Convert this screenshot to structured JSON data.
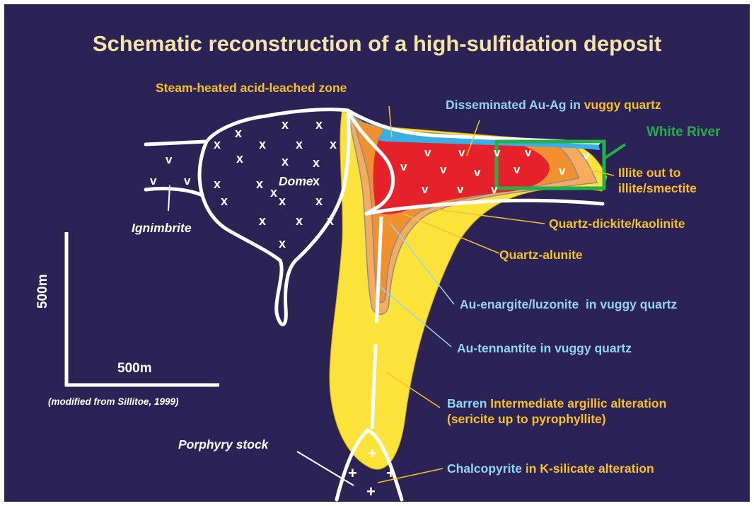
{
  "title": "Schematic reconstruction of a high-sulfidation deposit",
  "labels": {
    "steam_heated": "Steam-heated acid-leached zone",
    "disseminated_prefix": "Disseminated Au-Ag in",
    "disseminated_suffix": "vuggy quartz",
    "white_river": "White River",
    "illite_line1": "Illite out to",
    "illite_line2": "illite/smectite",
    "quartz_dickite": "Quartz-dickite/kaolinite",
    "quartz_alunite": "Quartz-alunite",
    "au_enargite_prefix": "Au-enargite/luzonite",
    "au_enargite_suffix": "in vuggy quartz",
    "au_tennantite_prefix": "Au-tennantite",
    "au_tennantite_suffix": "in vuggy quartz",
    "barren": "Barren",
    "intermediate_line1": "Intermediate argillic alteration",
    "intermediate_line2": "(sericite up to pyrophyllite)",
    "chalcopyrite_prefix": "Chalcopyrite",
    "chalcopyrite_suffix": "in K-silicate alteration",
    "dome": "Dome",
    "ignimbrite": "Ignimbrite",
    "porphyry": "Porphyry stock",
    "scale_v": "500m",
    "scale_h": "500m",
    "source": "(modified from Sillitoe, 1999)"
  },
  "symbols": {
    "dome_mark": "x",
    "vuggy_mark": "v",
    "porphyry_mark": "+"
  },
  "colors": {
    "background": "#2b2256",
    "yellow_zone": "#fde23a",
    "orange_zone": "#f0902e",
    "light_orange_zone": "#f5ad5b",
    "red_zone": "#e5222a",
    "blue_zone": "#39b0e3",
    "white_river_box": "#22b04a",
    "label_yellow": "#f7c12b",
    "label_blue": "#8fd6f0"
  }
}
